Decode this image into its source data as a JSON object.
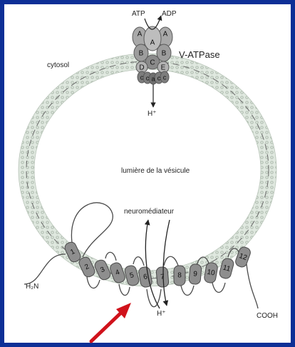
{
  "labels": {
    "atp": "ATP",
    "adp": "ADP",
    "v_atpase": "V-ATPase",
    "cytosol": "cytosol",
    "h_plus_top": "H⁺",
    "lumen": "lumière de la vésicule",
    "neurotransmitter": "neuromédiateur",
    "h2n": "H₂N",
    "cooh": "COOH",
    "h_plus_bottom": "H⁺"
  },
  "vatpase_subunits": {
    "a_left": "A",
    "a_center": "A",
    "a_right": "A",
    "b_left": "B",
    "b_right": "B",
    "c_center": "C",
    "d": "D",
    "e": "E",
    "c_ring_1": "c",
    "c_ring_2": "c",
    "c_ring_a": "a",
    "c_ring_3": "c",
    "c_ring_4": "c"
  },
  "transmembrane_segments": [
    "1",
    "2",
    "3",
    "4",
    "5",
    "6",
    "7",
    "8",
    "9",
    "10",
    "11",
    "12"
  ],
  "colors": {
    "border": "#0d2f96",
    "membrane": "#dfe8df",
    "pointer_arrow": "#d0121b",
    "segment_fill": "#8e8e8e"
  },
  "icons": {
    "pointer": "red-arrow-icon"
  }
}
